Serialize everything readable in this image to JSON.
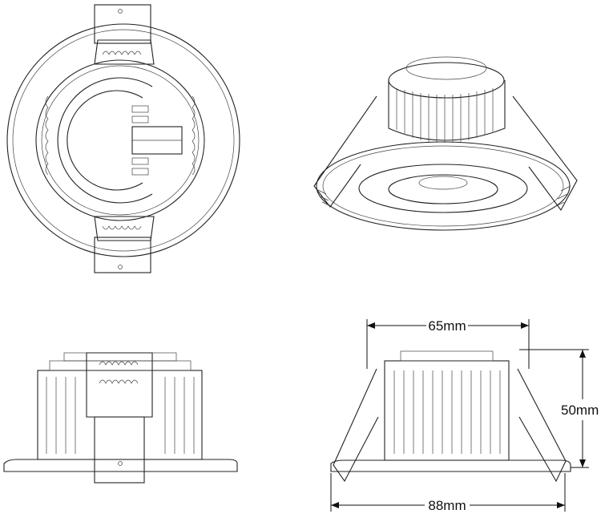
{
  "views": {
    "top": "top-view",
    "perspective": "perspective-view",
    "front": "front-view",
    "side_dimensioned": "dimensioned-side-view"
  },
  "dimensions": {
    "top_width": "65mm",
    "height": "50mm",
    "bottom_width": "88mm"
  },
  "colors": {
    "line": "#222222",
    "background": "#ffffff"
  }
}
